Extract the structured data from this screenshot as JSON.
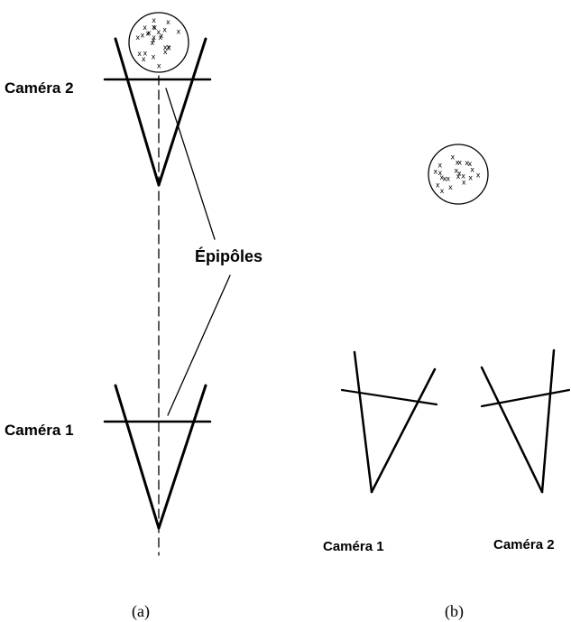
{
  "panel_a": {
    "camera2_label": "Caméra 2",
    "camera1_label": "Caméra 1",
    "epipoles_label": "Épipôles",
    "caption": "(a)"
  },
  "panel_b": {
    "camera1_label": "Caméra 1",
    "camera2_label": "Caméra 2",
    "caption": "(b)"
  },
  "object_marker": "x"
}
